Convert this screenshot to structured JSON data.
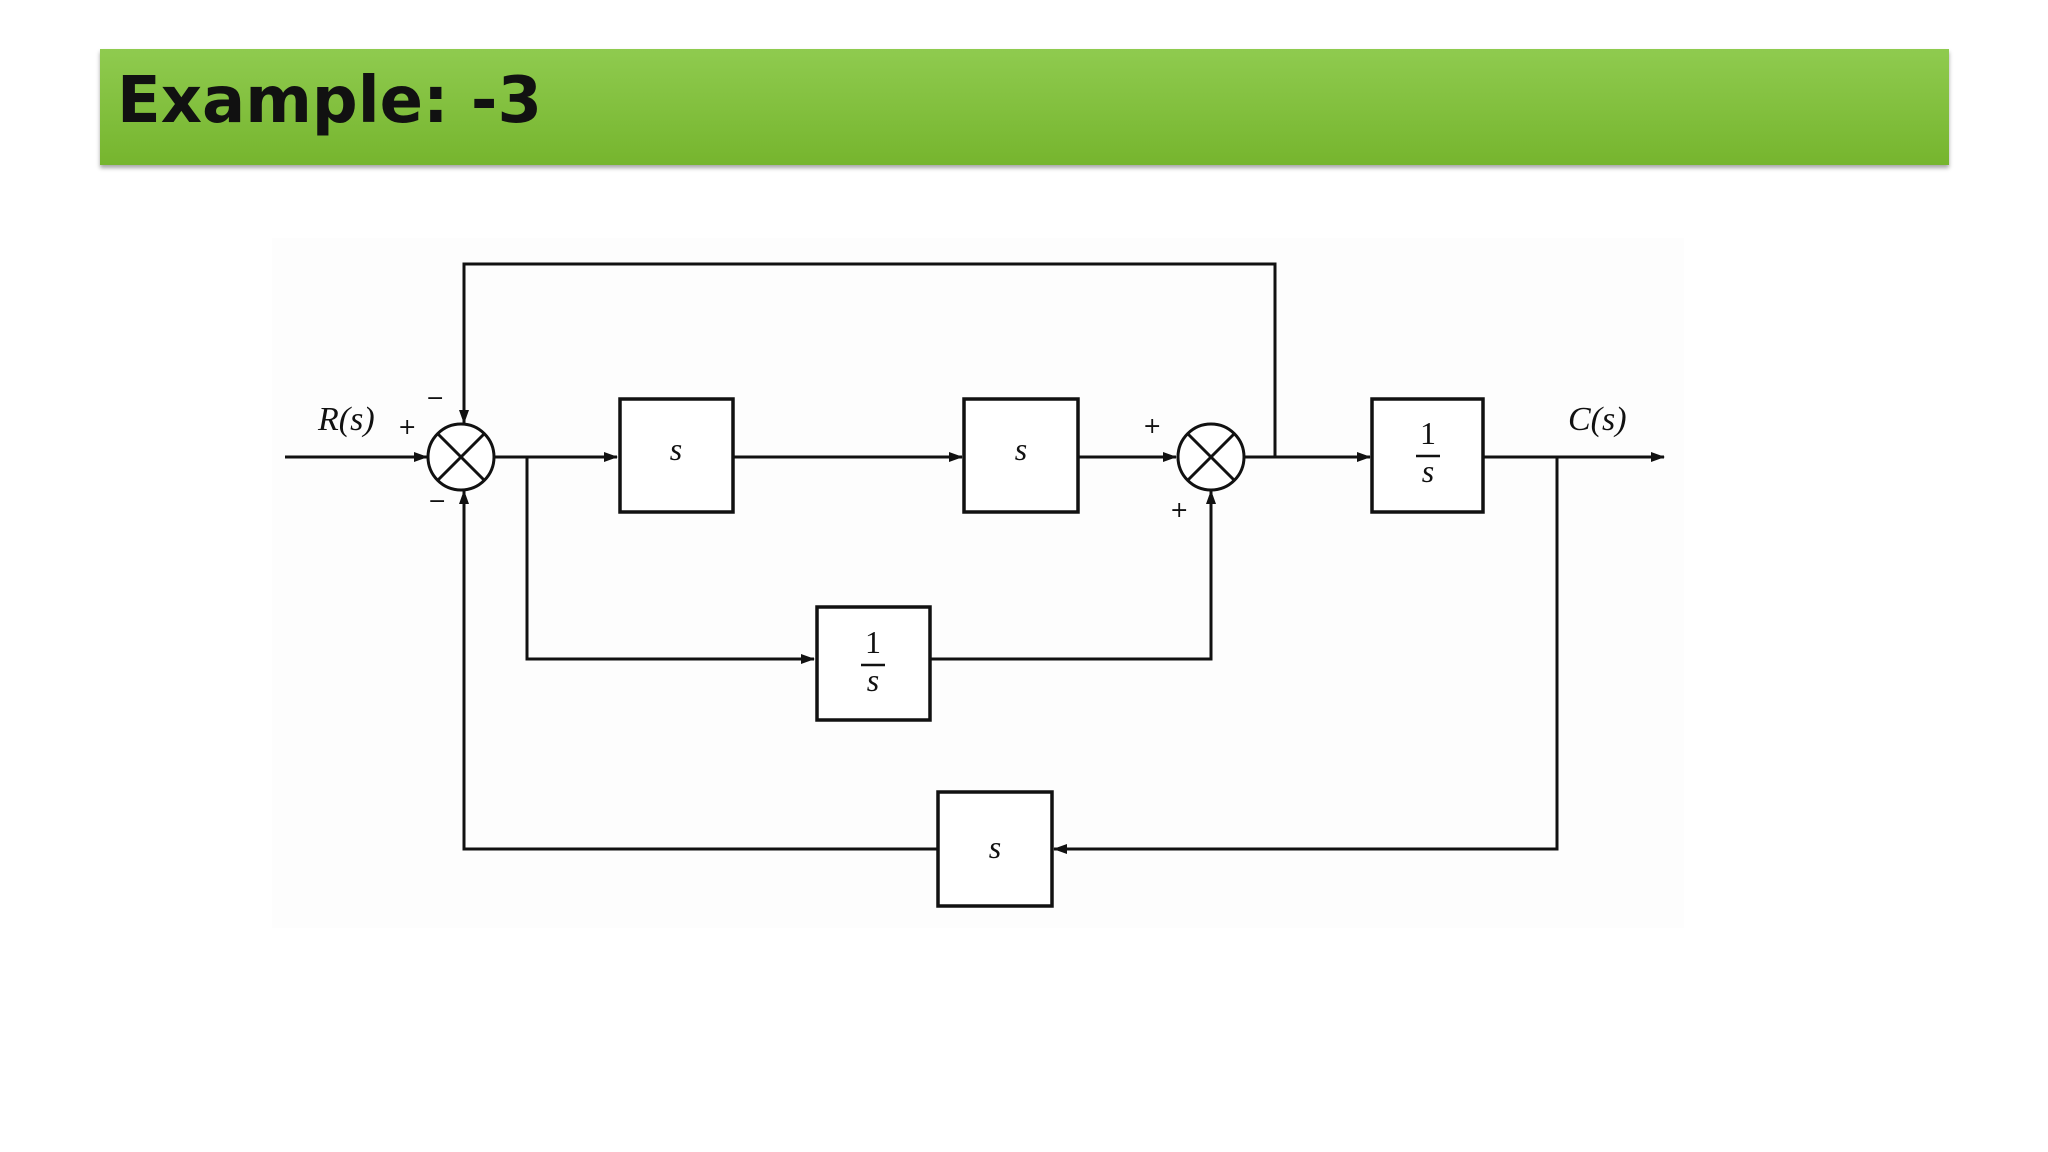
{
  "slide": {
    "title": "Example: -3"
  },
  "diagram": {
    "input_label": "R(s)",
    "output_label": "C(s)",
    "signs": {
      "sum1_left": "+",
      "sum1_top": "−",
      "sum1_bottom": "−",
      "sum2_left": "+",
      "sum2_bottom": "+"
    },
    "blocks": {
      "forward_1": "s",
      "forward_2": "s",
      "parallel_num": "1",
      "parallel_den": "s",
      "output_num": "1",
      "output_den": "s",
      "feedback": "s"
    }
  }
}
